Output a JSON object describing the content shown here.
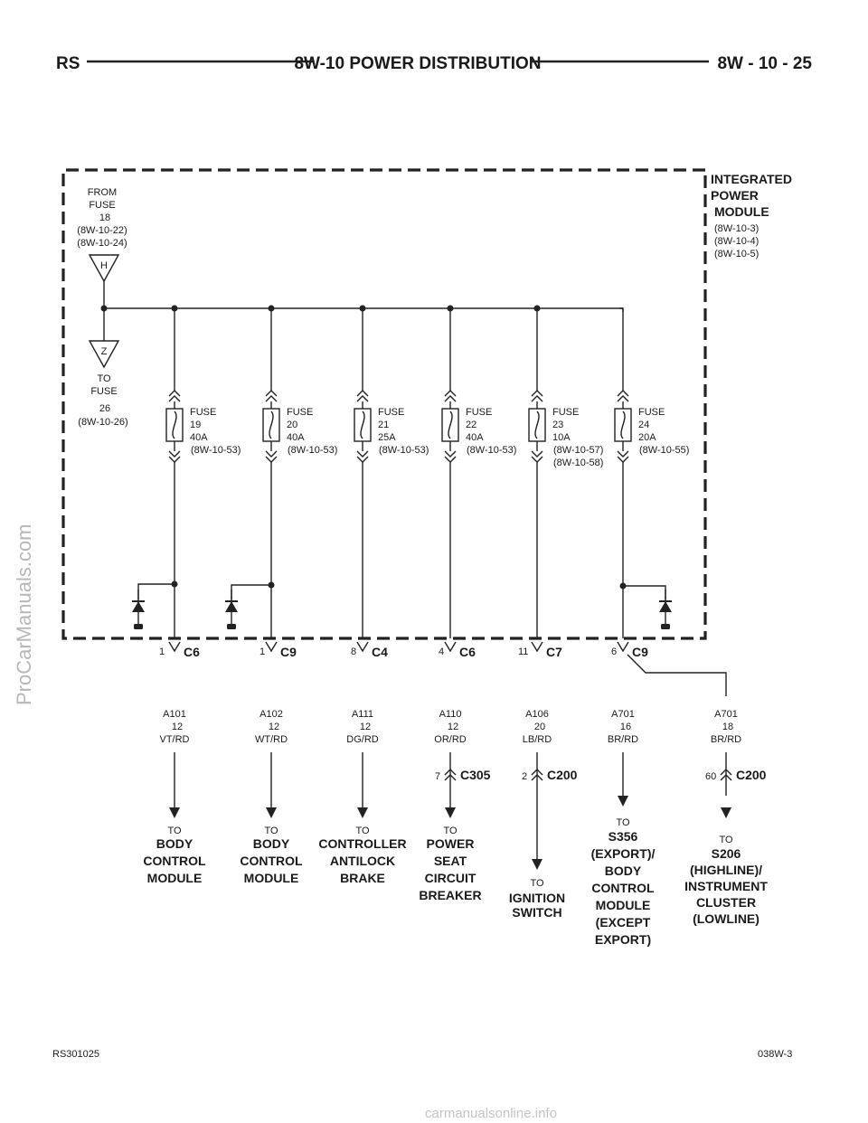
{
  "header": {
    "left": "RS",
    "title": "8W-10 POWER DISTRIBUTION",
    "right": "8W - 10 - 25"
  },
  "footer": {
    "left": "RS301025",
    "right": "038W-3"
  },
  "watermarks": {
    "side": "ProCarManuals.com",
    "bottom": "carmanualsonline.info"
  },
  "module": {
    "name_lines": [
      "INTEGRATED",
      "POWER",
      "MODULE"
    ],
    "refs": [
      "(8W-10-3)",
      "(8W-10-4)",
      "(8W-10-5)"
    ]
  },
  "input": {
    "lines": [
      "FROM",
      "FUSE",
      "18",
      "(8W-10-22)",
      "(8W-10-24)"
    ],
    "connector_letter": "H"
  },
  "output": {
    "lines": [
      "TO",
      "FUSE",
      "26",
      "(8W-10-26)"
    ],
    "connector_letter": "Z"
  },
  "fuses": [
    {
      "label": "FUSE",
      "number": "19",
      "rating": "40A",
      "refs": [
        "(8W-10-53)"
      ],
      "pin": "1",
      "connector": "C6",
      "wire": {
        "circuit": "A101",
        "gauge": "12",
        "color": "VT/RD"
      },
      "dest": {
        "to": "TO",
        "lines": [
          "BODY",
          "CONTROL",
          "MODULE"
        ]
      }
    },
    {
      "label": "FUSE",
      "number": "20",
      "rating": "40A",
      "refs": [
        "(8W-10-53)"
      ],
      "pin": "1",
      "connector": "C9",
      "wire": {
        "circuit": "A102",
        "gauge": "12",
        "color": "WT/RD"
      },
      "dest": {
        "to": "TO",
        "lines": [
          "BODY",
          "CONTROL",
          "MODULE"
        ]
      }
    },
    {
      "label": "FUSE",
      "number": "21",
      "rating": "25A",
      "refs": [
        "(8W-10-53)"
      ],
      "pin": "8",
      "connector": "C4",
      "wire": {
        "circuit": "A111",
        "gauge": "12",
        "color": "DG/RD"
      },
      "dest": {
        "to": "TO",
        "lines": [
          "CONTROLLER",
          "ANTILOCK",
          "BRAKE"
        ]
      }
    },
    {
      "label": "FUSE",
      "number": "22",
      "rating": "40A",
      "refs": [
        "(8W-10-53)"
      ],
      "pin": "4",
      "connector": "C6",
      "wire": {
        "circuit": "A110",
        "gauge": "12",
        "color": "OR/RD"
      },
      "inline": {
        "pin": "7",
        "connector": "C305"
      },
      "dest": {
        "to": "TO",
        "lines": [
          "POWER",
          "SEAT",
          "CIRCUIT",
          "BREAKER"
        ]
      }
    },
    {
      "label": "FUSE",
      "number": "23",
      "rating": "10A",
      "refs": [
        "(8W-10-57)",
        "(8W-10-58)"
      ],
      "pin": "11",
      "connector": "C7",
      "wire": {
        "circuit": "A106",
        "gauge": "20",
        "color": "LB/RD"
      },
      "inline": {
        "pin": "2",
        "connector": "C200"
      },
      "dest": {
        "to": "TO",
        "lines": [
          "IGNITION",
          "SWITCH"
        ]
      }
    },
    {
      "label": "FUSE",
      "number": "24",
      "rating": "20A",
      "refs": [
        "(8W-10-55)"
      ],
      "pin": "6",
      "connector": "C9",
      "wire": {
        "circuit": "A701",
        "gauge": "16",
        "color": "BR/RD"
      },
      "dest": {
        "to": "TO",
        "lines": [
          "S356",
          "(EXPORT)/",
          "BODY",
          "CONTROL",
          "MODULE",
          "(EXCEPT",
          "EXPORT)"
        ]
      }
    }
  ],
  "branch": {
    "wire": {
      "circuit": "A701",
      "gauge": "18",
      "color": "BR/RD"
    },
    "inline": {
      "pin": "60",
      "connector": "C200"
    },
    "dest": {
      "to": "TO",
      "lines": [
        "S206",
        "(HIGHLINE)/",
        "INSTRUMENT",
        "CLUSTER",
        "(LOWLINE)"
      ]
    }
  }
}
